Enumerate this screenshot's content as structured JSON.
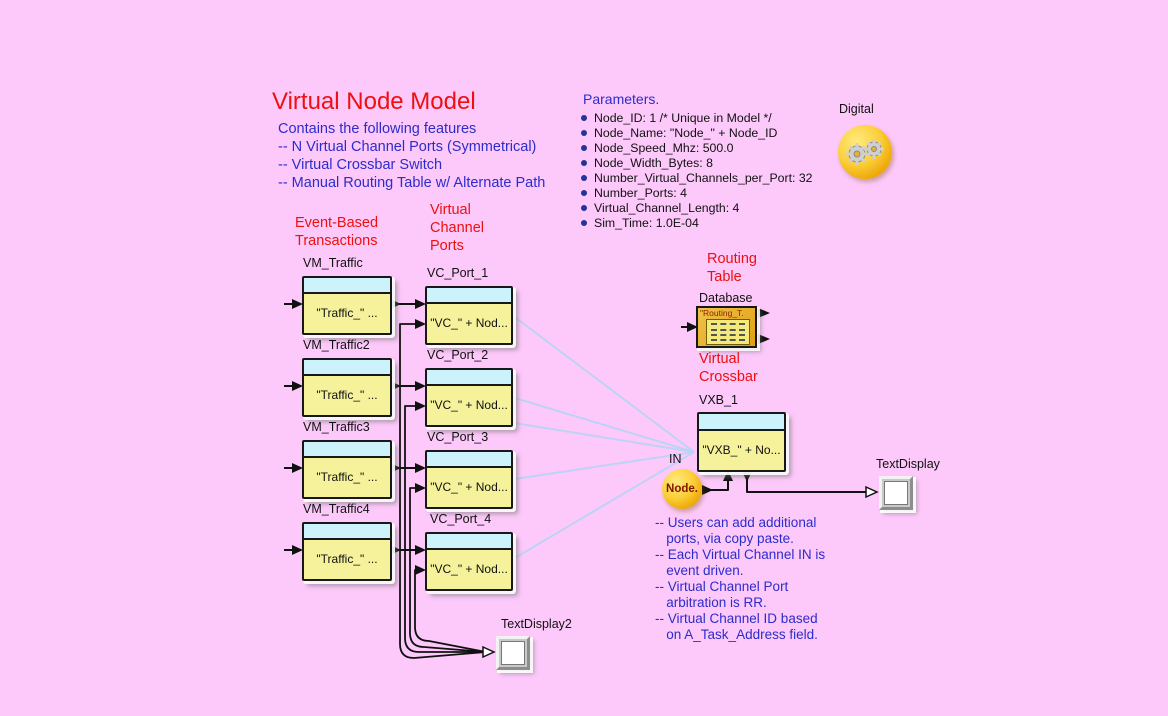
{
  "colors": {
    "background": "#fdc9fa",
    "accent_red": "#ee0f0f",
    "accent_blue": "#2c2ccb",
    "block_band": "#ccf2fb",
    "block_body": "#f5f29b",
    "wire_blue": "#bdd3f5",
    "gold": "#dfa112",
    "ball_yellow": "#fbcf3a"
  },
  "title": "Virtual Node Model",
  "features": "Contains the following features\n-- N Virtual Channel Ports (Symmetrical)\n-- Virtual Crossbar Switch\n-- Manual Routing Table w/ Alternate Path",
  "parameters": {
    "header": "Parameters.",
    "items": [
      "Node_ID: 1 /* Unique in Model */",
      "Node_Name: \"Node_\" + Node_ID",
      "Node_Speed_Mhz: 500.0",
      "Node_Width_Bytes: 8",
      "Number_Virtual_Channels_per_Port: 32",
      "Number_Ports: 4",
      "Virtual_Channel_Length: 4",
      "Sim_Time: 1.0E-04"
    ]
  },
  "digital": {
    "label": "Digital"
  },
  "headings": {
    "event_based": "Event-Based\nTransactions",
    "vc_ports": "Virtual\nChannel\nPorts",
    "routing_table": "Routing\nTable",
    "virtual_crossbar": "Virtual\nCrossbar"
  },
  "traffic_blocks": [
    {
      "name": "VM_Traffic",
      "content": "\"Traffic_\" ..."
    },
    {
      "name": "VM_Traffic2",
      "content": "\"Traffic_\" ..."
    },
    {
      "name": "VM_Traffic3",
      "content": "\"Traffic_\" ..."
    },
    {
      "name": "VM_Traffic4",
      "content": "\"Traffic_\" ..."
    }
  ],
  "vc_blocks": [
    {
      "name": "VC_Port_1",
      "content": "\"VC_\" + Nod..."
    },
    {
      "name": "VC_Port_2",
      "content": "\"VC_\" + Nod..."
    },
    {
      "name": "VC_Port_3",
      "content": "\"VC_\" + Nod..."
    },
    {
      "name": "VC_Port_4",
      "content": "\"VC_\" + Nod..."
    }
  ],
  "database": {
    "label": "Database",
    "title": "\"Routing_T."
  },
  "crossbar_block": {
    "name": "VXB_1",
    "content": "\"VXB_\" + No..."
  },
  "in_node": {
    "label": "IN",
    "text": "Node."
  },
  "text_display": {
    "label": "TextDisplay"
  },
  "text_display2": {
    "label": "TextDisplay2"
  },
  "notes": "-- Users can add additional\n   ports, via copy paste.\n-- Each Virtual Channel IN is\n   event driven.\n-- Virtual Channel Port\n   arbitration is RR.\n-- Virtual Channel ID based\n   on A_Task_Address field."
}
